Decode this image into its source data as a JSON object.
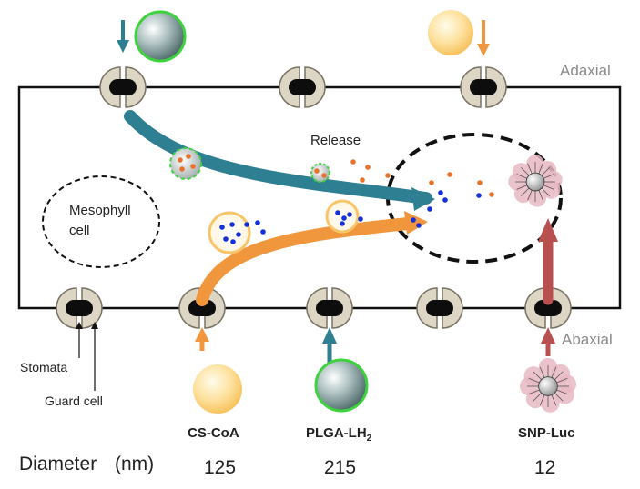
{
  "labels": {
    "adaxial": "Adaxial",
    "abaxial": "Abaxial",
    "release": "Release",
    "mesophyll_line1": "Mesophyll",
    "mesophyll_line2": "cell",
    "stomata": "Stomata",
    "guard_cell": "Guard cell",
    "diameter_title": "Diameter",
    "diameter_unit": "(nm)"
  },
  "nanoparticles": [
    {
      "name": "CS-CoA",
      "diameter": "125"
    },
    {
      "name_main": "PLGA-LH",
      "name_sub": "2",
      "diameter": "215"
    },
    {
      "name": "SNP-Luc",
      "diameter": "12"
    }
  ],
  "colors": {
    "teal_arrow": "#2f7f92",
    "orange_arrow": "#f0963c",
    "red_arrow": "#b85050",
    "guard_cell_fill": "#ddd6c4",
    "guard_cell_stroke": "#7a7466",
    "cs_coa_particle": "#f9c76a",
    "plga_rim": "#3ed23e",
    "snp_cloud": "#e8b8c4"
  }
}
